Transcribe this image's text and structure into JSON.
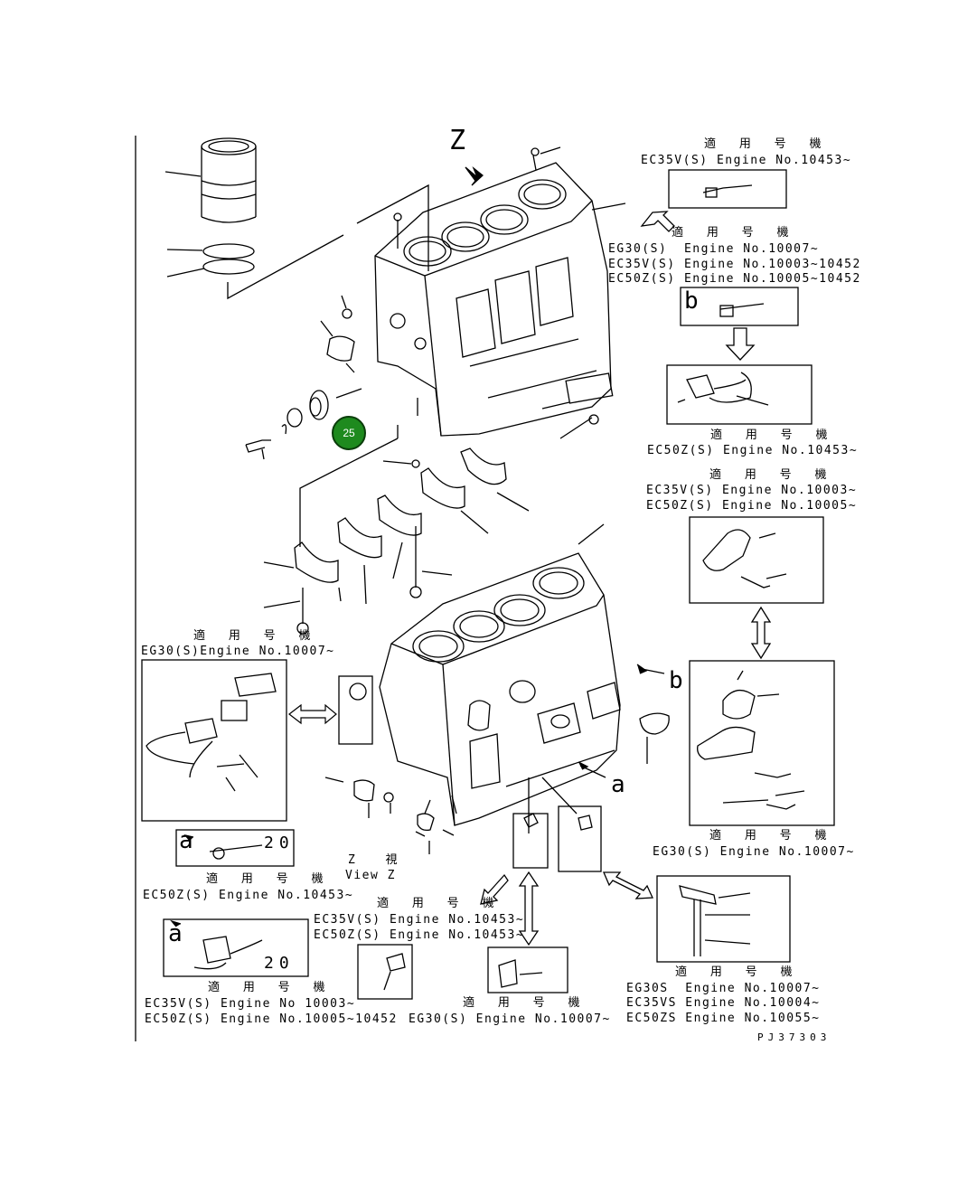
{
  "callouts": {
    "badge_25": "25",
    "letter_z": "Z",
    "letter_b_top": "b",
    "letter_b_mid": "b",
    "letter_a_mid": "a",
    "letter_a_box": "a",
    "letter_a_box2": "a",
    "num_20_a": "20",
    "num_20_b": "20"
  },
  "labels": {
    "top_right_1": {
      "hdr": "適 用 号 機",
      "line1": "EC35V(S) Engine No.10453~"
    },
    "top_right_2": {
      "hdr": "適 用 号 機",
      "line1": "EG30(S)  Engine No.10007~",
      "line2": "EC35V(S) Engine No.10003~10452",
      "line3": "EC50Z(S) Engine No.10005~10452"
    },
    "right_3": {
      "hdr": "適 用 号 機",
      "line1": "EC50Z(S) Engine No.10453~"
    },
    "right_4": {
      "hdr": "適 用 号 機",
      "line1": "EC35V(S) Engine No.10003~",
      "line2": "EC50Z(S) Engine No.10005~"
    },
    "left_1": {
      "hdr": "適 用 号 機",
      "line1": "EG30(S)Engine No.10007~"
    },
    "right_5": {
      "hdr": "適 用 号 機",
      "line1": "EG30(S) Engine No.10007~"
    },
    "view_z": {
      "line1": "Z  視",
      "line2": "View Z"
    },
    "left_2": {
      "hdr": "適 用 号 機",
      "line1": "EC50Z(S) Engine No.10453~"
    },
    "mid_1": {
      "hdr": "適 用 号 機",
      "line1": "EC35V(S) Engine No.10453~",
      "line2": "EC50Z(S) Engine No.10453~"
    },
    "left_3": {
      "hdr": "適 用 号 機",
      "line1": "EC35V(S) Engine No 10003~",
      "line2": "EC50Z(S) Engine No.10005~10452"
    },
    "mid_2": {
      "hdr": "適 用 号 機",
      "line1": "EG30(S) Engine No.10007~"
    },
    "right_6": {
      "hdr": "適 用 号 機",
      "line1": "EG30S  Engine No.10007~",
      "line2": "EC35VS Engine No.10004~",
      "line3": "EC50ZS Engine No.10055~"
    }
  },
  "drawing_code": "PJ37303"
}
